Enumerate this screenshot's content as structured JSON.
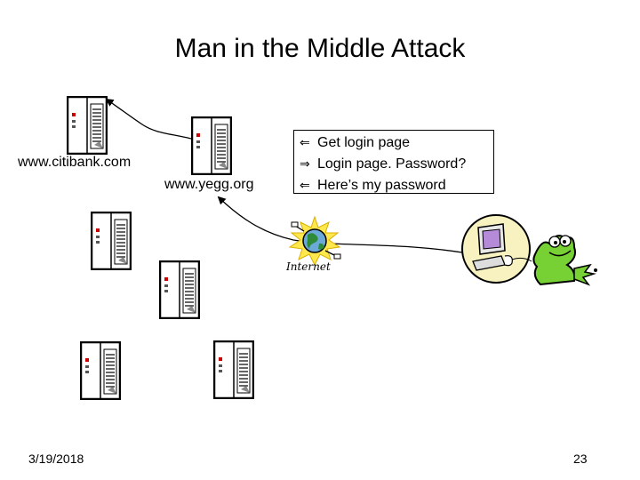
{
  "slide": {
    "title": "Man in the Middle Attack",
    "labels": {
      "citibank": "www.citibank.com",
      "yegg": "www.yegg.org"
    },
    "messages": [
      {
        "arrow": "⇐",
        "text": "Get login page"
      },
      {
        "arrow": "⇒",
        "text": "Login page. Password?"
      },
      {
        "arrow": "⇐",
        "text": "Here’s my password"
      }
    ],
    "internet_label": "Internet",
    "footer": {
      "date": "3/19/2018",
      "page": "23"
    }
  },
  "icons": {
    "server": "server-tower-icon",
    "globe": "internet-globe-icon",
    "user": "frog-user-at-computer-icon"
  }
}
